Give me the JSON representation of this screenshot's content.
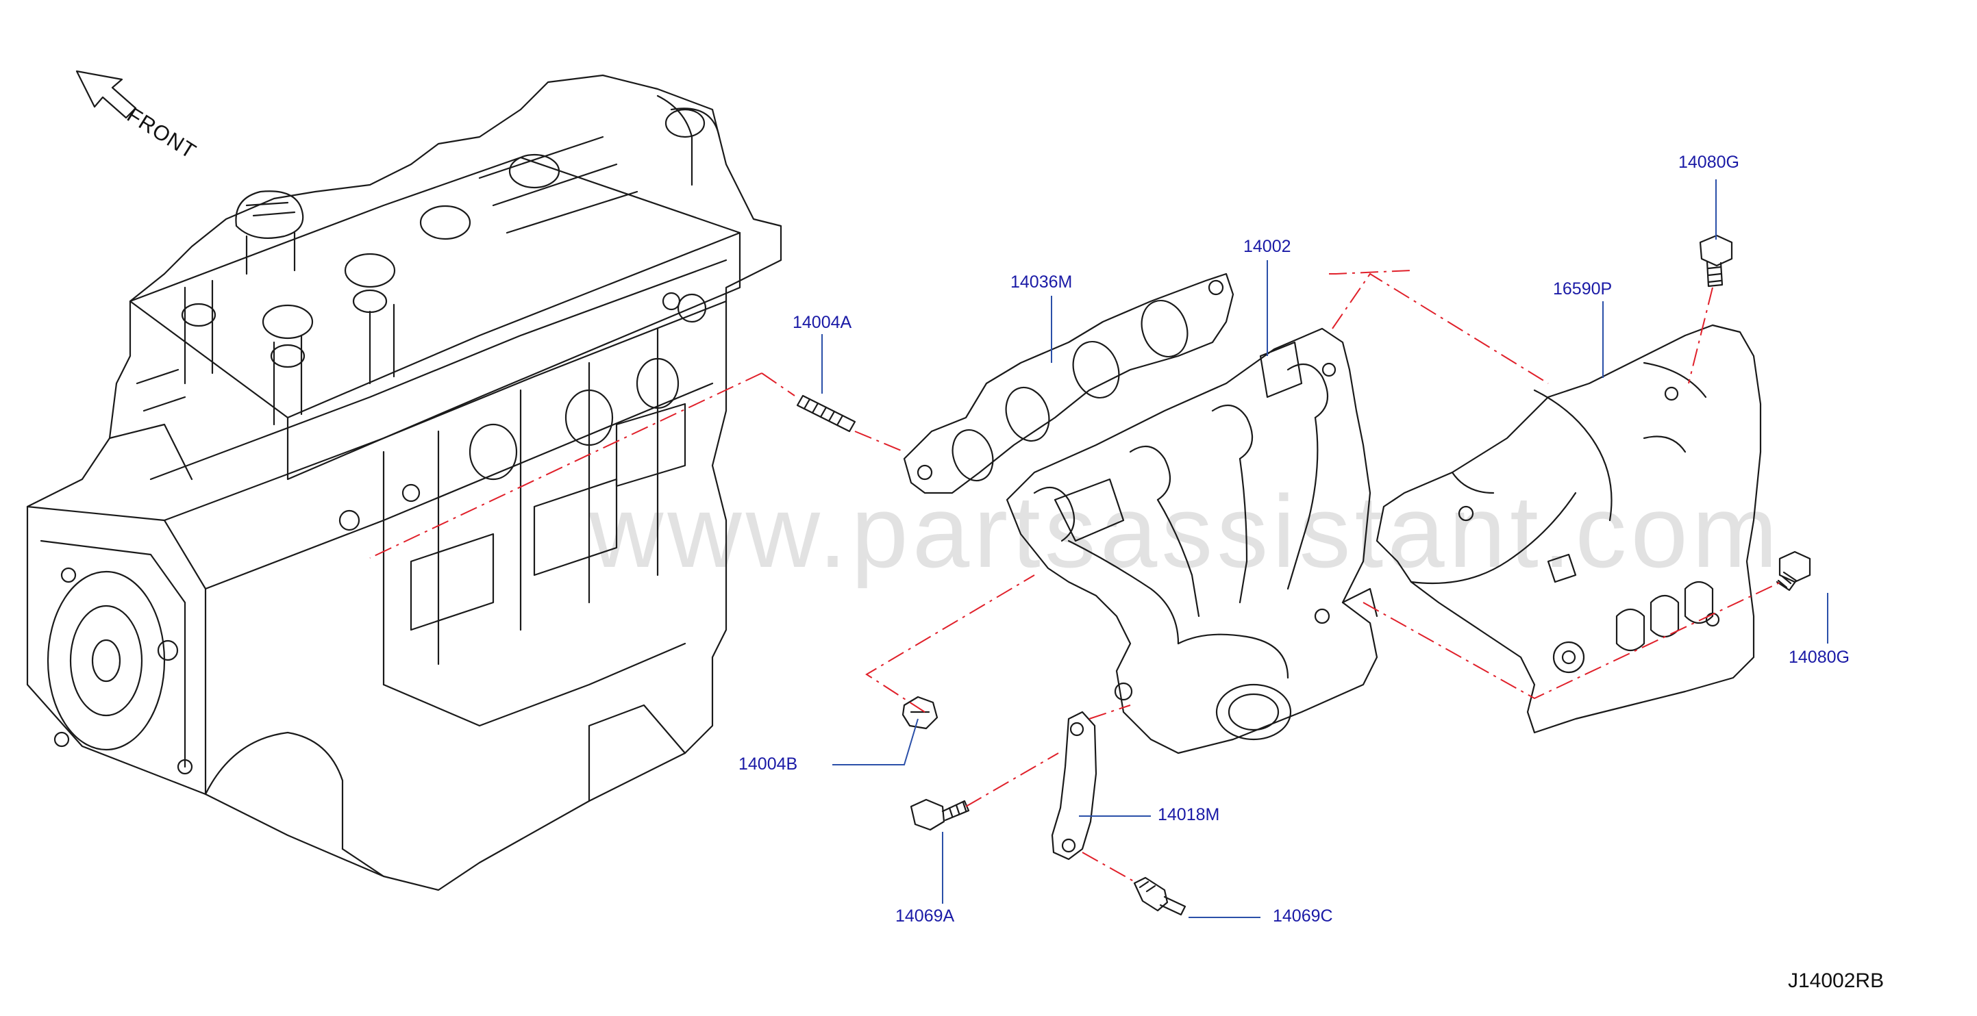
{
  "front_label": "FRONT",
  "drawing_code": "J14002RB",
  "watermark": "www.partsassistant.com",
  "colors": {
    "line": "#1a1a1a",
    "label": "#1a1aa6",
    "leader": "#2a4fa8",
    "phantom": "#e0202a"
  },
  "parts": {
    "p14002": "14002",
    "p14036M": "14036M",
    "p14004A": "14004A",
    "p14004B": "14004B",
    "p16590P": "16590P",
    "p14080G_top": "14080G",
    "p14080G_right": "14080G",
    "p14018M": "14018M",
    "p14069A": "14069A",
    "p14069C": "14069C"
  }
}
